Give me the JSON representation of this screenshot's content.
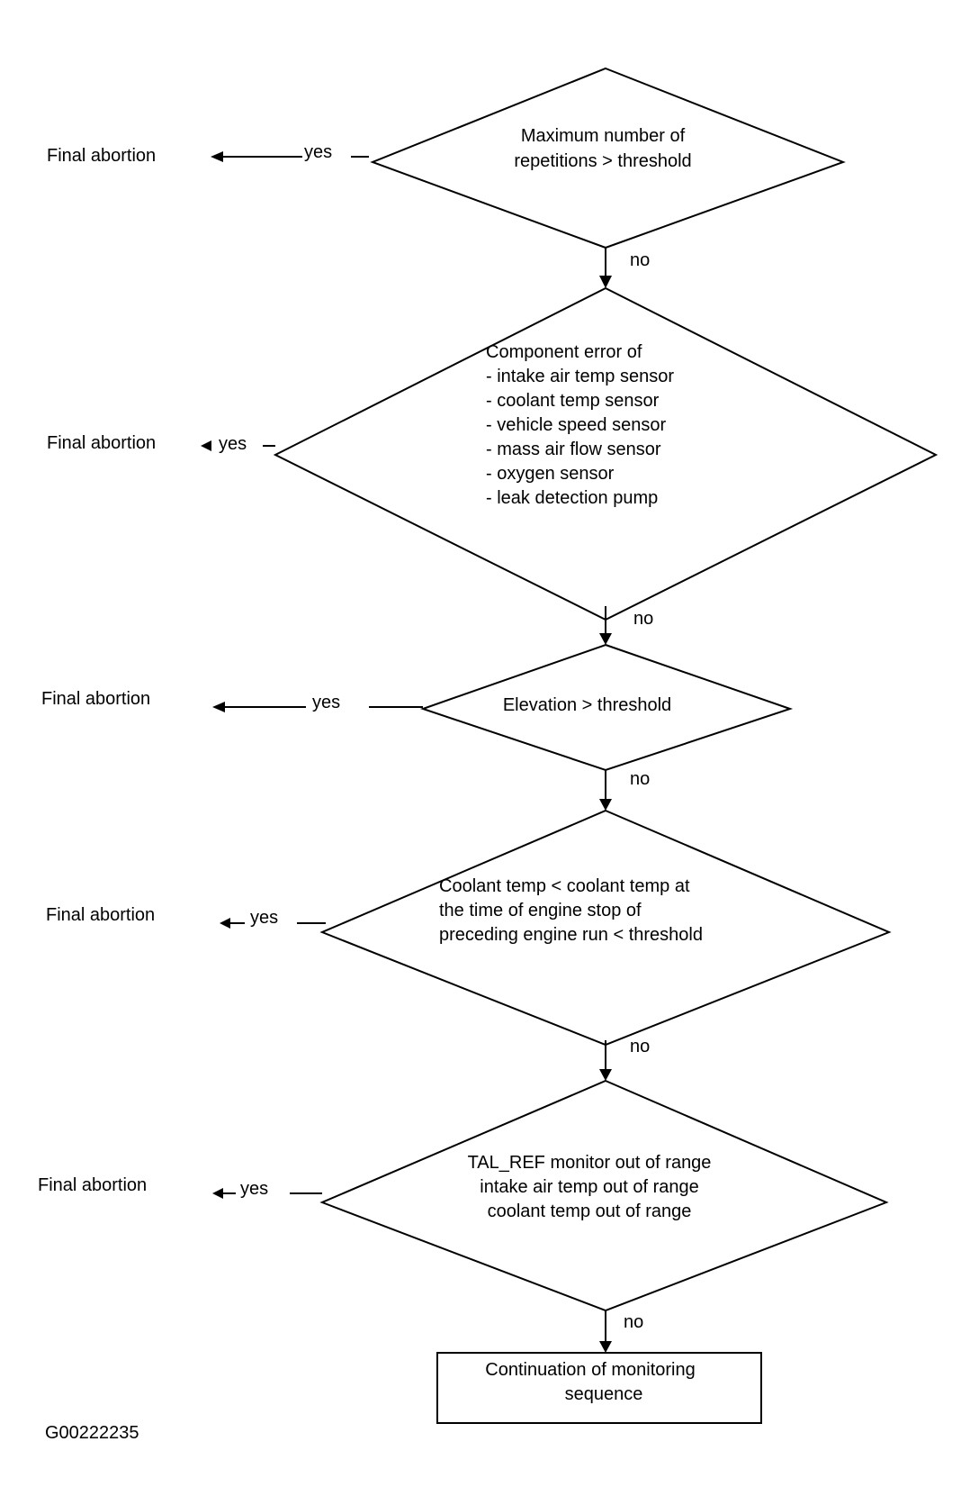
{
  "decisions": [
    {
      "lines": [
        "Maximum number of",
        "repetitions > threshold"
      ],
      "yes_label": "yes",
      "no_label": "no",
      "outcome": "Final abortion"
    },
    {
      "lines": [
        "Component error of",
        "- intake air temp sensor",
        "- coolant temp sensor",
        "- vehicle speed sensor",
        "- mass air flow sensor",
        "- oxygen sensor",
        "- leak detection pump"
      ],
      "yes_label": "yes",
      "no_label": "no",
      "outcome": "Final abortion"
    },
    {
      "lines": [
        "Elevation > threshold"
      ],
      "yes_label": "yes",
      "no_label": "no",
      "outcome": "Final abortion"
    },
    {
      "lines": [
        "Coolant temp < coolant temp at",
        "the time of engine stop of",
        "preceding engine run < threshold"
      ],
      "yes_label": "yes",
      "no_label": "no",
      "outcome": "Final abortion"
    },
    {
      "lines": [
        "TAL_REF monitor out of range",
        "intake air temp out of range",
        "coolant temp out of range"
      ],
      "yes_label": "yes",
      "no_label": "no",
      "outcome": "Final abortion"
    }
  ],
  "final_box": {
    "lines": [
      "Continuation of monitoring",
      "sequence"
    ]
  },
  "figure_id": "G00222235"
}
